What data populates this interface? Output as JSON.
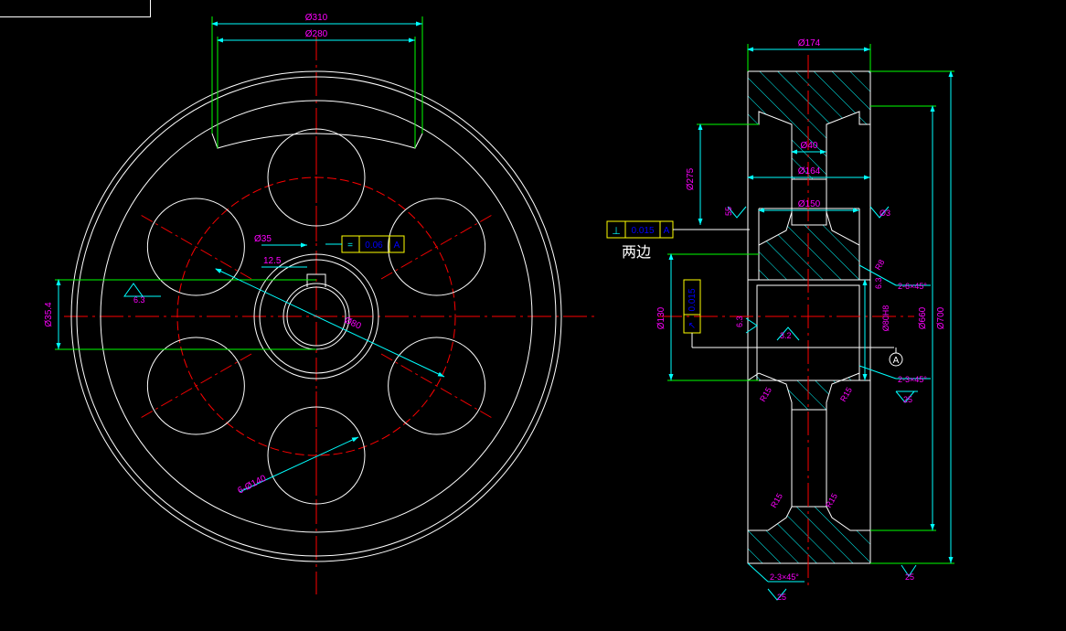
{
  "drawing": {
    "colors": {
      "outline": "#ffffff",
      "centerline": "#ff0000",
      "dimension": "#00ffff",
      "extension": "#00ff00",
      "text": "#ff00ff",
      "hatch": "#00ffff",
      "frame": "#ffff00",
      "tol_text": "#0000ff"
    },
    "front_view": {
      "dim_slot_outer": "Ø310",
      "dim_slot_inner": "Ø280",
      "dim_bore_dia": "Ø35",
      "dim_key": "12.5",
      "dim_left": "Ø35.4",
      "roughness_left": "6.3",
      "dim_center": "Ø80",
      "holes_label": "6-Ø140",
      "tol_symbol": "=",
      "tol_value": "0.06",
      "tol_datum": "A"
    },
    "side_view": {
      "dim_width_top": "Ø174",
      "dim_slot_w": "Ø40",
      "dim_r": "Ø275",
      "dim_164": "Ø164",
      "dim_150": "Ø150",
      "dim_55": "55",
      "roughness_right": "Ø3",
      "tol_symbol": "⊥",
      "tol_value": "0.015",
      "tol_datum": "A",
      "note_both_sides": "两边",
      "dim_left_bore": "Ø130",
      "tol_runout_symbol": "↗",
      "tol_runout_value": "0.015",
      "dim_63": "6.3",
      "dim_32": "3.2",
      "dim_bore": "Ø80H8",
      "datum_label": "A",
      "dim_r8": "R8",
      "dim_63b": "6.3",
      "chamfer_1": "2-6×45°",
      "chamfer_2": "2-3×45°",
      "chamfer_3": "2-3×45°",
      "rough_25a": "25",
      "rough_25b": "25",
      "rough_25c": "25",
      "dim_r15_1": "R15",
      "dim_r15_2": "R15",
      "dim_r15_3": "R15",
      "dim_r15_4": "R15",
      "dim_660": "Ø660",
      "dim_700": "Ø700"
    }
  }
}
